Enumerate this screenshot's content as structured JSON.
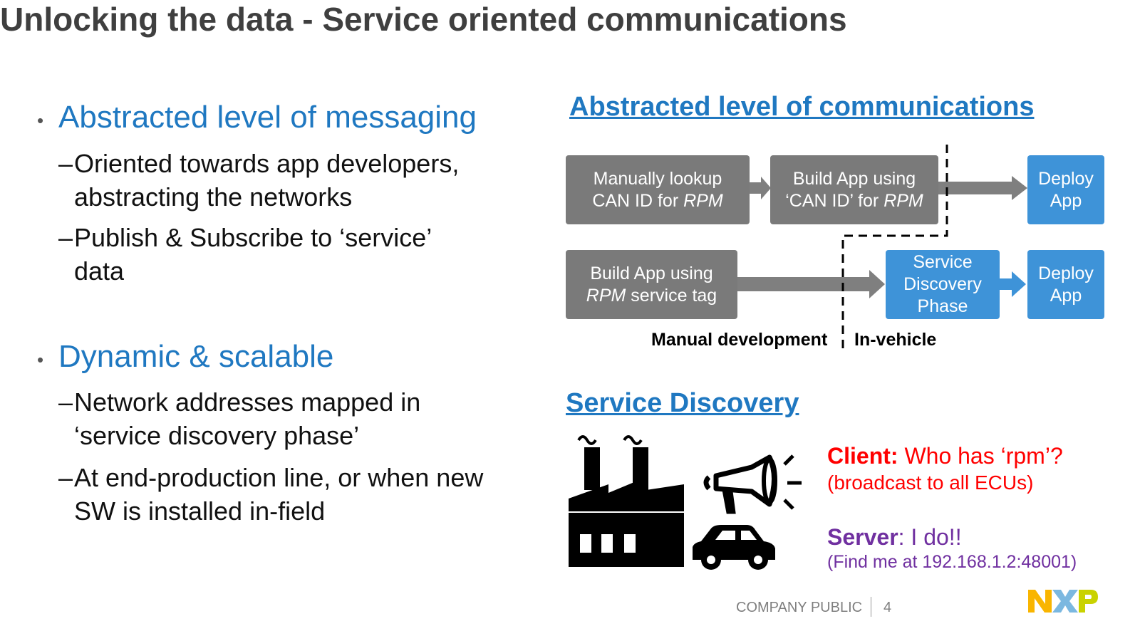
{
  "slide": {
    "title": "Unlocking the data - Service oriented communications",
    "page_number": "4",
    "footer_label": "COMPANY PUBLIC"
  },
  "left_column": {
    "bullets": [
      {
        "text": "Abstracted level of messaging",
        "sub": [
          {
            "line1": "Oriented towards app developers,",
            "line2": "abstracting the networks"
          },
          {
            "line1": "Publish & Subscribe to ‘service’",
            "line2": "data"
          }
        ]
      },
      {
        "text": "Dynamic & scalable",
        "sub": [
          {
            "line1": "Network addresses mapped in",
            "line2": "‘service discovery phase’"
          },
          {
            "line1": "At end-production line, or when new",
            "line2": "SW is installed in-field"
          }
        ]
      }
    ],
    "dash": "–"
  },
  "diagram": {
    "heading": "Abstracted level of communications",
    "row1": {
      "box1_line1": "Manually lookup",
      "box1_line2_prefix": "CAN ID for ",
      "box1_line2_italic": "RPM",
      "box2_line1": "Build App using",
      "box2_line2_prefix": "‘CAN ID’ for ",
      "box2_line2_italic": "RPM",
      "box3_line1": "Deploy",
      "box3_line2": "App"
    },
    "row2": {
      "box1_line1": "Build App using",
      "box1_line2_italic": "RPM",
      "box1_line2_suffix": " service tag",
      "box2_line1": "Service",
      "box2_line2": "Discovery",
      "box2_line3": "Phase",
      "box3_line1": "Deploy",
      "box3_line2": "App"
    },
    "label_left": "Manual development",
    "label_right": "In-vehicle",
    "colors": {
      "grey_box": "#7a7a7a",
      "blue_box": "#3e93d8",
      "arrow": "#7f7f7f"
    }
  },
  "service_discovery": {
    "heading": "Service Discovery",
    "client_label": "Client:",
    "client_text": " Who has ‘rpm’?",
    "client_note": "(broadcast to all ECUs)",
    "server_label": "Server",
    "server_text": ": I do!!",
    "server_note": "(Find me at 192.168.1.2:48001)",
    "icons": [
      "factory-icon",
      "megaphone-icon",
      "car-icon"
    ],
    "colors": {
      "client": "#ff0000",
      "server": "#7030a0"
    }
  },
  "logo": {
    "text": "NXP",
    "colors": [
      "#f9b500",
      "#7bb8e0",
      "#c9d200"
    ]
  }
}
